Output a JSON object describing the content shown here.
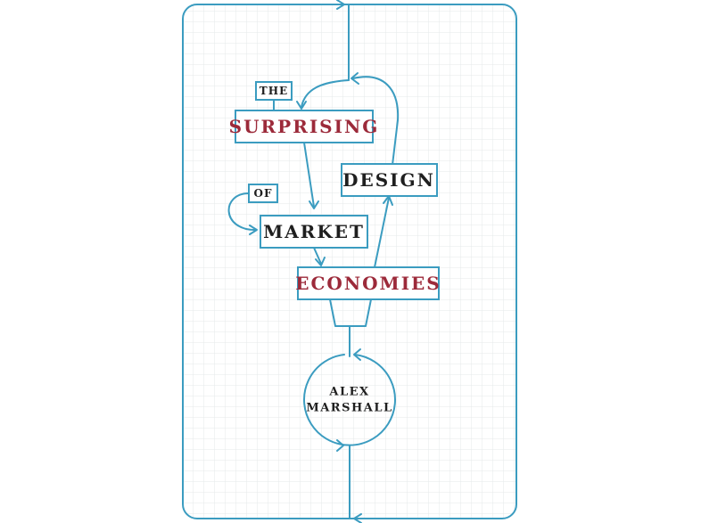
{
  "cover": {
    "title_words": {
      "the": "THE",
      "surprising": "SURPRISING",
      "of": "OF",
      "design": "DESIGN",
      "market": "MARKET",
      "economies": "ECONOMIES"
    },
    "author_lines": [
      "ALEX",
      "MARSHALL"
    ]
  },
  "colors": {
    "line": "#3b9cc0",
    "grid": "#e4e8ea",
    "accent_text": "#9c2a3a",
    "dark_text": "#1f1f1f",
    "background": "#ffffff"
  }
}
